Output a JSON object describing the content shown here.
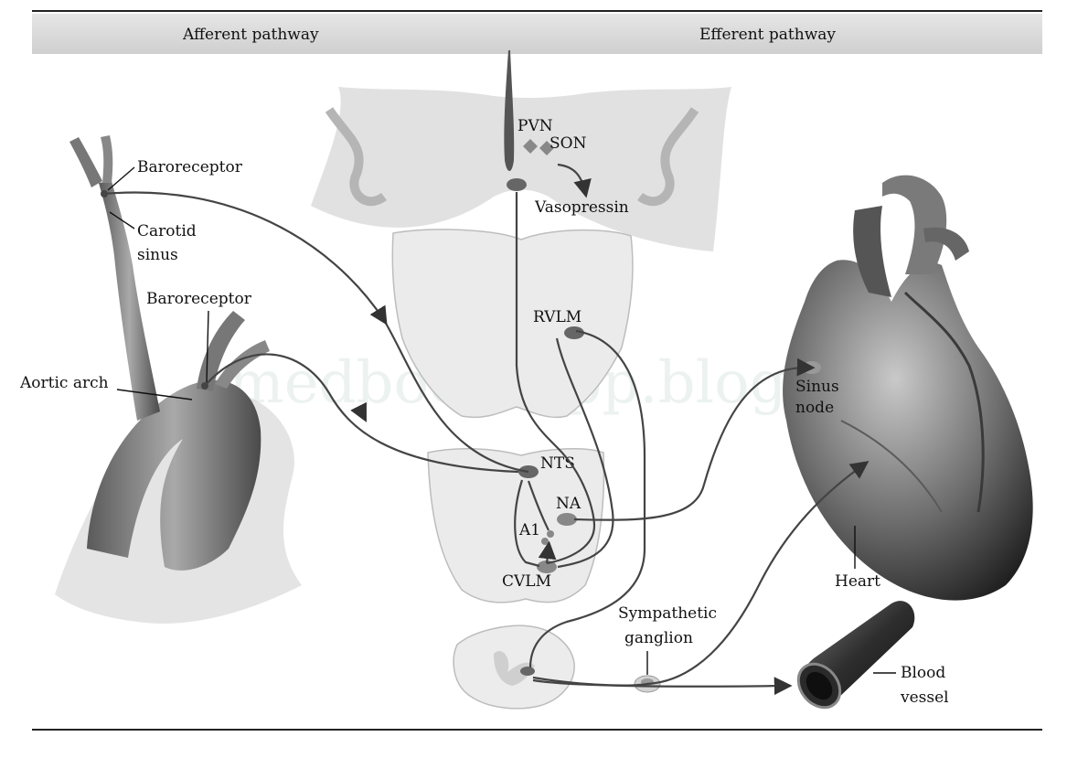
{
  "header": {
    "afferent": "Afferent pathway",
    "efferent": "Efferent pathway"
  },
  "labels": {
    "baroreceptor_carotid": "Baroreceptor",
    "carotid_sinus_line1": "Carotid",
    "carotid_sinus_line2": "sinus",
    "baroreceptor_aortic": "Baroreceptor",
    "aortic_arch": "Aortic arch",
    "pvn": "PVN",
    "son": "SON",
    "vasopressin": "Vasopressin",
    "rvlm": "RVLM",
    "nts": "NTS",
    "na": "NA",
    "a1": "A1",
    "cvlm": "CVLM",
    "sympathetic_line1": "Sympathetic",
    "sympathetic_line2": "ganglion",
    "sinus_node_line1": "Sinus",
    "sinus_node_line2": "node",
    "heart": "Heart",
    "blood_vessel_line1": "Blood",
    "blood_vessel_line2": "vessel"
  },
  "watermark": "medbooksapp.blogfree"
}
